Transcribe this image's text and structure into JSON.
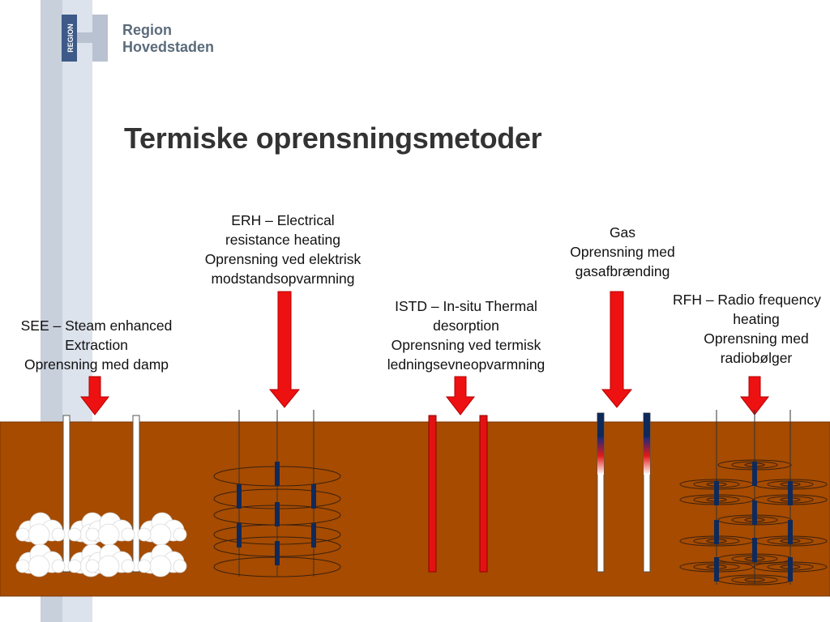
{
  "logo": {
    "mark_text": "REGION",
    "line1": "Region",
    "line2": "Hovedstaden"
  },
  "slide": {
    "title": "Termiske oprensningsmetoder"
  },
  "methods": {
    "see": {
      "line1": "SEE – Steam enhanced",
      "line2": "Extraction",
      "line3": "Oprensning med damp"
    },
    "erh": {
      "line1": "ERH – Electrical",
      "line2": "resistance heating",
      "line3": "Oprensning ved elektrisk",
      "line4": "modstandsopvarmning"
    },
    "istd": {
      "line1": "ISTD – In-situ Thermal",
      "line2": "desorption",
      "line3": "Oprensning ved termisk",
      "line4": "ledningsevneopvarmning"
    },
    "gas": {
      "line1": "Gas",
      "line2": "Oprensning med",
      "line3": "gasafbrænding"
    },
    "rfh": {
      "line1": "RFH – Radio frequency",
      "line2": "heating",
      "line3": "Oprensning med",
      "line4": "radiobølger"
    }
  },
  "colors": {
    "soil": "#a64b00",
    "arrow": "#ee1111",
    "electrode": "#0f2a5a",
    "stripe_dark": "#c8d0dc",
    "stripe_light": "#dde3ec",
    "logo_blue": "#3d5a88"
  }
}
